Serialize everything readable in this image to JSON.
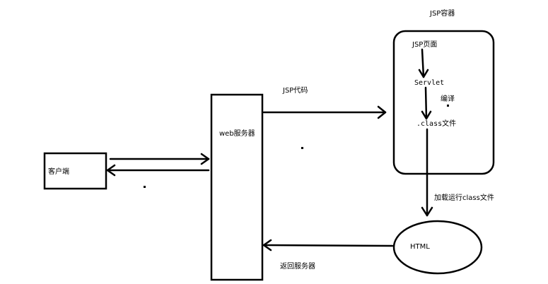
{
  "diagram": {
    "jsp_container_title": "JSP容器",
    "client_label": "客户端",
    "web_server_label": "web服务器",
    "jsp_code_label": "JSP代码",
    "jsp_page_label": "JSP页面",
    "servlet_label": "Servlet",
    "compile_label": "编译",
    "class_file_label": ".class文件",
    "load_run_label": "加载运行class文件",
    "html_label": "HTML",
    "return_label": "返回服务器"
  }
}
